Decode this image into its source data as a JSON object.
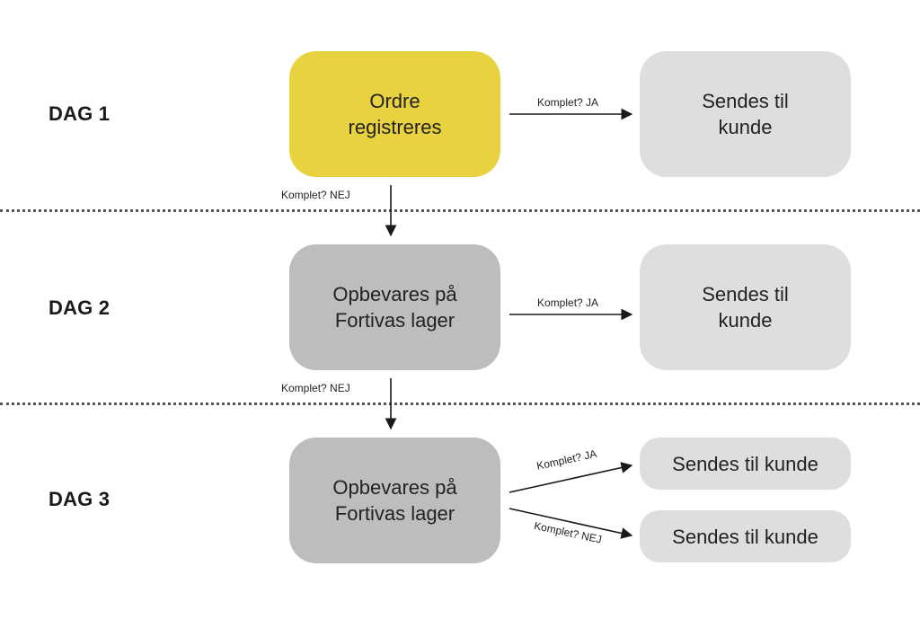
{
  "days": [
    "DAG 1",
    "DAG 2",
    "DAG 3"
  ],
  "boxes": {
    "order_registered": "Ordre\nregistreres",
    "stored_day2": "Opbevares på\nFortivas lager",
    "stored_day3": "Opbevares på\nFortivas lager",
    "ship_day1": "Sendes til\nkunde",
    "ship_day2": "Sendes til\nkunde",
    "ship_day3_a": "Sendes til kunde",
    "ship_day3_b": "Sendes til kunde"
  },
  "labels": {
    "yes_day1": "Komplet? JA",
    "no_day1": "Komplet? NEJ",
    "yes_day2": "Komplet? JA",
    "no_day2": "Komplet? NEJ",
    "yes_day3": "Komplet? JA",
    "no_day3": "Komplet? NEJ"
  },
  "colors": {
    "order_box": "#e9d23f",
    "storage_box": "#bdbdbf",
    "shipping_box": "#dededf",
    "arrow": "#1a1a1a"
  }
}
